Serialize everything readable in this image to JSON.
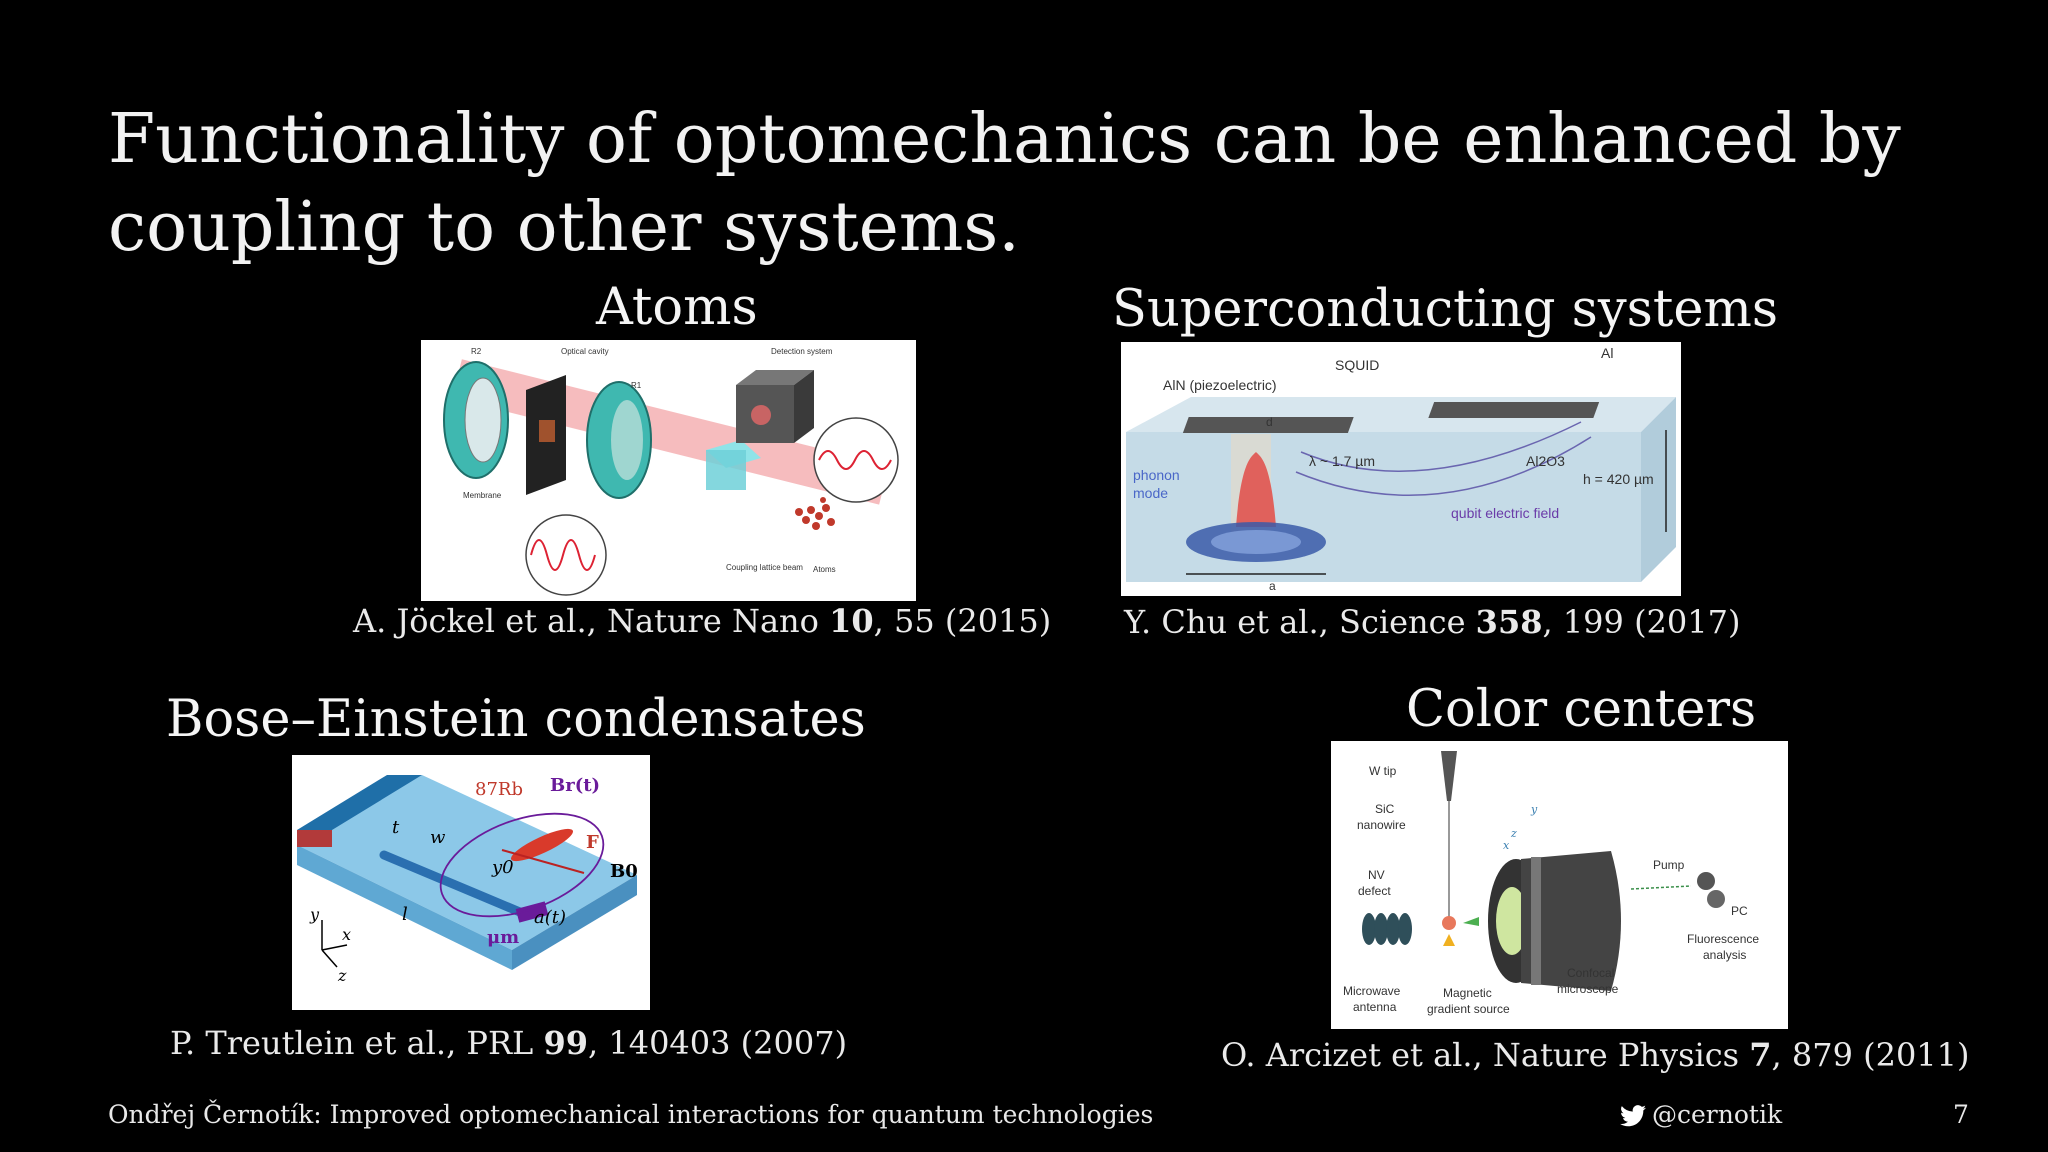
{
  "slide": {
    "title": "Functionality of optomechanics can be enhanced by coupling to other systems.",
    "page_number": "7"
  },
  "sections": {
    "atoms": {
      "heading": "Atoms",
      "caption_pre": "A. Jöckel et al., Nature Nano ",
      "caption_bold": "10",
      "caption_post": ", 55 (2015)",
      "figure_labels": {
        "r2": "R2",
        "optical_cavity": "Optical cavity",
        "detection_system": "Detection system",
        "r1": "R1",
        "membrane": "Membrane",
        "coupling_beam": "Coupling lattice beam",
        "atoms": "Atoms"
      }
    },
    "superconducting": {
      "heading": "Superconducting systems",
      "caption_pre": "Y. Chu et al., Science ",
      "caption_bold": "358",
      "caption_post": ", 199 (2017)",
      "figure_labels": {
        "squid": "SQUID",
        "al": "Al",
        "aln": "AlN (piezoelectric)",
        "d": "d",
        "lambda": "λ ~ 1.7 µm",
        "al2o3": "Al2O3",
        "h": "h = 420 µm",
        "phonon1": "phonon",
        "phonon2": "mode",
        "qubit_field": "qubit electric field",
        "a": "a"
      }
    },
    "bec": {
      "heading": "Bose–Einstein condensates",
      "caption_pre": "P. Treutlein et al., PRL ",
      "caption_bold": "99",
      "caption_post": ", 140403 (2007)",
      "figure_labels": {
        "rb": "87Rb",
        "br": "Br(t)",
        "f": "F",
        "b0": "B0",
        "t": "t",
        "w": "w",
        "y0": "y0",
        "l": "l",
        "at": "a(t)",
        "mu": "μm",
        "y": "y",
        "x": "x",
        "z": "z"
      }
    },
    "color_centers": {
      "heading": "Color centers",
      "caption_pre": "O. Arcizet et al., Nature Physics ",
      "caption_bold": "7",
      "caption_post": ", 879 (2011)",
      "figure_labels": {
        "w_tip": "W tip",
        "sic1": "SiC",
        "sic2": "nanowire",
        "nv1": "NV",
        "nv2": "defect",
        "pump": "Pump",
        "pc": "PC",
        "fluor1": "Fluorescence",
        "fluor2": "analysis",
        "confocal1": "Confocal",
        "confocal2": "microscope",
        "mw1": "Microwave",
        "mw2": "antenna",
        "mag1": "Magnetic",
        "mag2": "gradient source",
        "z": "z",
        "y": "y",
        "x": "x"
      }
    }
  },
  "footer": {
    "left": "Ondřej Černotík: Improved optomechanical interactions for quantum technologies",
    "handle": "@cernotik"
  },
  "colors": {
    "background": "#000000",
    "twitter_icon": "#ffffff",
    "cavity_teal": "#3fb8b0",
    "laser_red": "#e8555a",
    "substrate_blue": "#8cc8e8",
    "purple_labels": "#6a1b9a"
  },
  "icons": {
    "footer_social": "twitter-bird-icon"
  }
}
